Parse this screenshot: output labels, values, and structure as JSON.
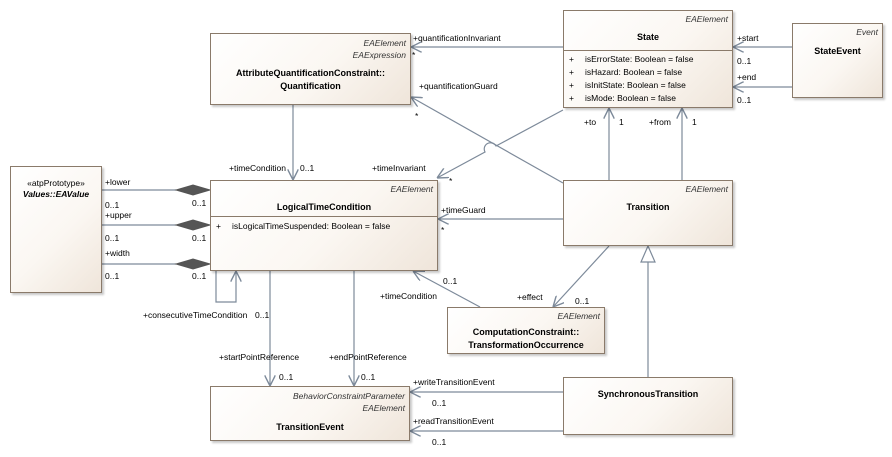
{
  "classes": {
    "ea_value": {
      "stereotype": "«atpPrototype»",
      "name": "Values::EAValue"
    },
    "quantification": {
      "stereotype1": "EAElement",
      "stereotype2": "EAExpression",
      "name_line1": "AttributeQuantificationConstraint::",
      "name_line2": "Quantification"
    },
    "state": {
      "stereotype": "EAElement",
      "name": "State",
      "attributes": [
        {
          "vis": "+",
          "text": "isErrorState: Boolean = false"
        },
        {
          "vis": "+",
          "text": "isHazard: Boolean = false"
        },
        {
          "vis": "+",
          "text": "isInitState: Boolean = false"
        },
        {
          "vis": "+",
          "text": "isMode: Boolean = false"
        }
      ]
    },
    "state_event": {
      "stereotype": "Event",
      "name": "StateEvent"
    },
    "logical_time_condition": {
      "stereotype": "EAElement",
      "name": "LogicalTimeCondition",
      "attributes": [
        {
          "vis": "+",
          "text": "isLogicalTimeSuspended: Boolean = false"
        }
      ]
    },
    "transition": {
      "stereotype": "EAElement",
      "name": "Transition"
    },
    "transformation_occurrence": {
      "stereotype": "EAElement",
      "name_line1": "ComputationConstraint::",
      "name_line2": "TransformationOccurrence"
    },
    "transition_event": {
      "stereotype1": "BehaviorConstraintParameter",
      "stereotype2": "EAElement",
      "name": "TransitionEvent"
    },
    "synchronous_transition": {
      "name": "SynchronousTransition"
    }
  },
  "labels": {
    "quantification_invariant": "+quantificationInvariant",
    "quantification_invariant_mult": "*",
    "quantification_guard": "+quantificationGuard",
    "quantification_guard_mult": "*",
    "start": "+start",
    "start_mult": "0..1",
    "end": "+end",
    "end_mult": "0..1",
    "to": "+to",
    "to_mult": "1",
    "from": "+from",
    "from_mult": "1",
    "time_condition_top": "+timeCondition",
    "time_condition_top_mult": "0..1",
    "time_invariant": "+timeInvariant",
    "time_invariant_mult": "*",
    "lower": "+lower",
    "lower_mult": "0..1",
    "upper": "+upper",
    "upper_mult": "0..1",
    "width": "+width",
    "width_mult": "0..1",
    "time_guard": "+timeGuard",
    "time_guard_mult": "*",
    "time_condition_bottom": "+timeCondition",
    "time_condition_bottom_mult": "0..1",
    "effect": "+effect",
    "effect_mult": "0..1",
    "consecutive": "+consecutiveTimeCondition",
    "consecutive_mult": "0..1",
    "start_point": "+startPointReference",
    "start_point_mult": "0..1",
    "end_point": "+endPointReference",
    "end_point_mult": "0..1",
    "write_event": "+writeTransitionEvent",
    "write_event_mult": "0..1",
    "read_event": "+readTransitionEvent",
    "read_event_mult": "0..1"
  },
  "colors": {
    "line": "#7d8a9a",
    "box_border": "#8a7a6a",
    "diamond": "#555555"
  }
}
